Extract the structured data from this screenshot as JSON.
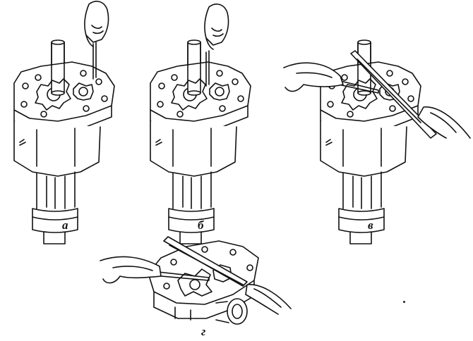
{
  "figure": {
    "panels": [
      {
        "id": "a",
        "label": "а",
        "tool": "feeler-gauge-between-gear-teeth"
      },
      {
        "id": "b",
        "label": "б",
        "tool": "feeler-gauge-gear-to-housing"
      },
      {
        "id": "v",
        "label": "в",
        "tool": "straightedge-and-feeler-gauge-end-clearance"
      },
      {
        "id": "g",
        "label": "г",
        "tool": "straightedge-and-feeler-gauge-cover"
      }
    ],
    "icons": [
      "oil-pump-icon",
      "hand-icon",
      "feeler-gauge-icon",
      "straightedge-icon"
    ],
    "line_color": "#111111",
    "background": "#ffffff"
  }
}
